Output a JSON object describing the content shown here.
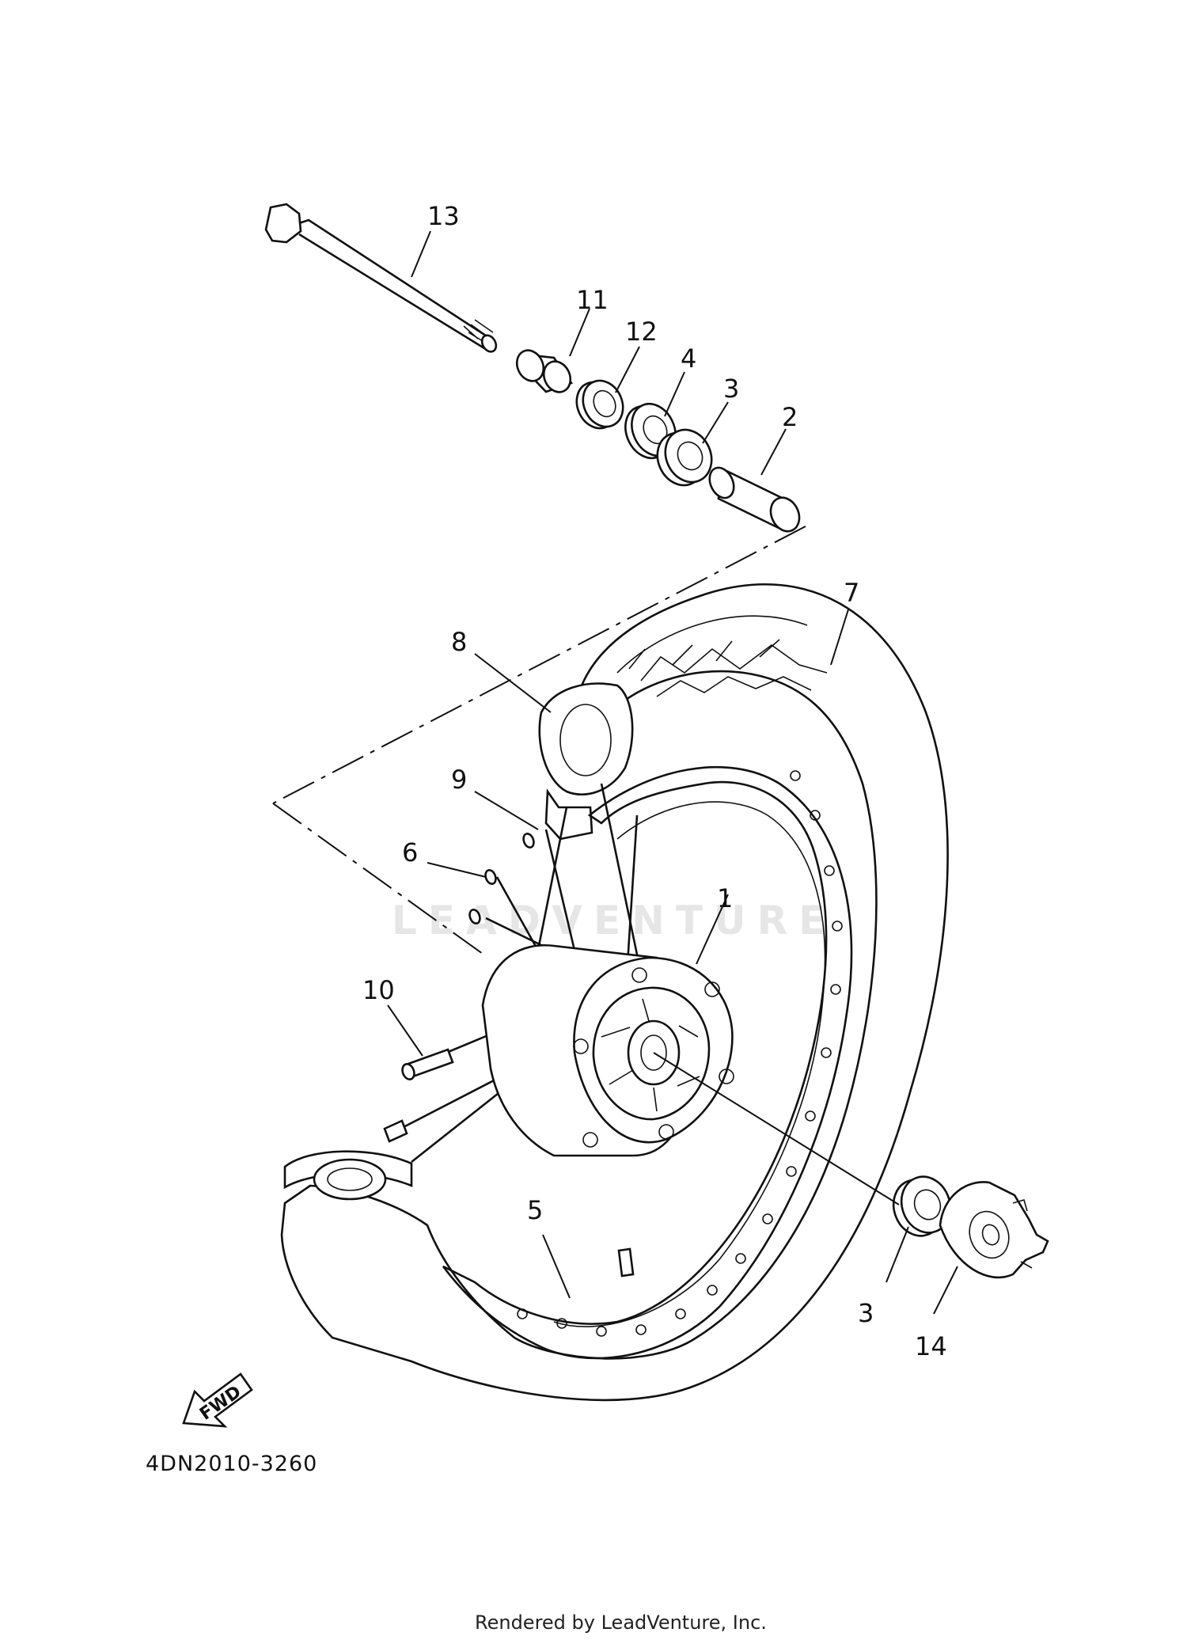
{
  "diagram": {
    "callouts": [
      "1",
      "2",
      "3",
      "4",
      "5",
      "6",
      "7",
      "8",
      "9",
      "10",
      "11",
      "12",
      "13",
      "14"
    ],
    "second_callout_3": "3",
    "fwd_label": "FWD",
    "diagram_code": "4DN2010-3260",
    "watermark": "LEADVENTURE",
    "credit": "Rendered by LeadVenture, Inc."
  }
}
